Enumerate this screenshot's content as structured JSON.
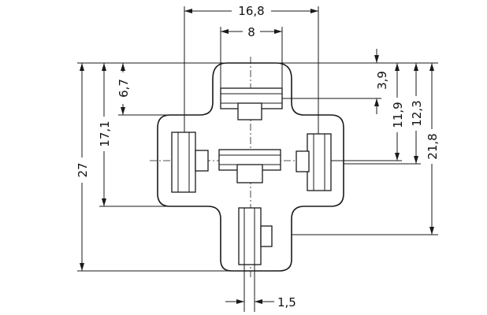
{
  "dimensions": {
    "width_16_8": "16,8",
    "width_8": "8",
    "height_27": "27",
    "height_17_1": "17,1",
    "height_6_7": "6,7",
    "height_3_9": "3,9",
    "height_11_9": "11,9",
    "height_12_3": "12,3",
    "height_21_8": "21,8",
    "width_1_5": "1,5"
  }
}
